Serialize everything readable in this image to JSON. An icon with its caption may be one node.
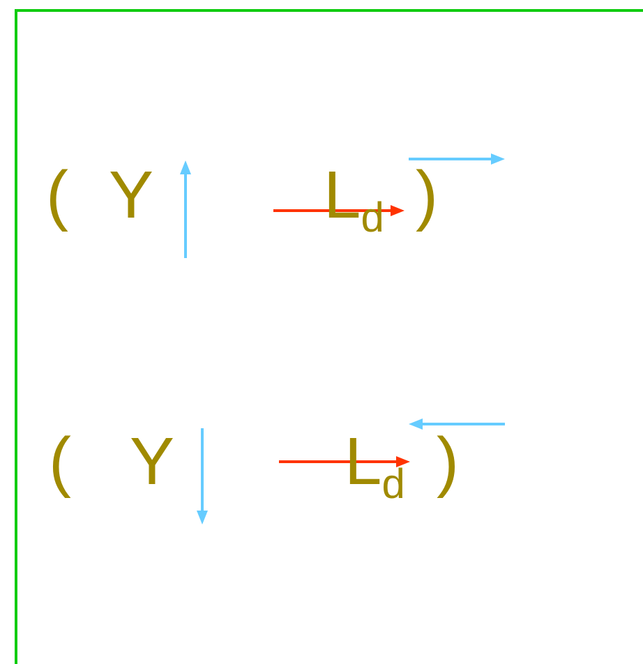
{
  "diagram": {
    "labels": [
      "(",
      "Y",
      "L$_{d}$",
      ")",
      "(",
      "Y",
      "L$_{d}$",
      ")"
    ]
  }
}
